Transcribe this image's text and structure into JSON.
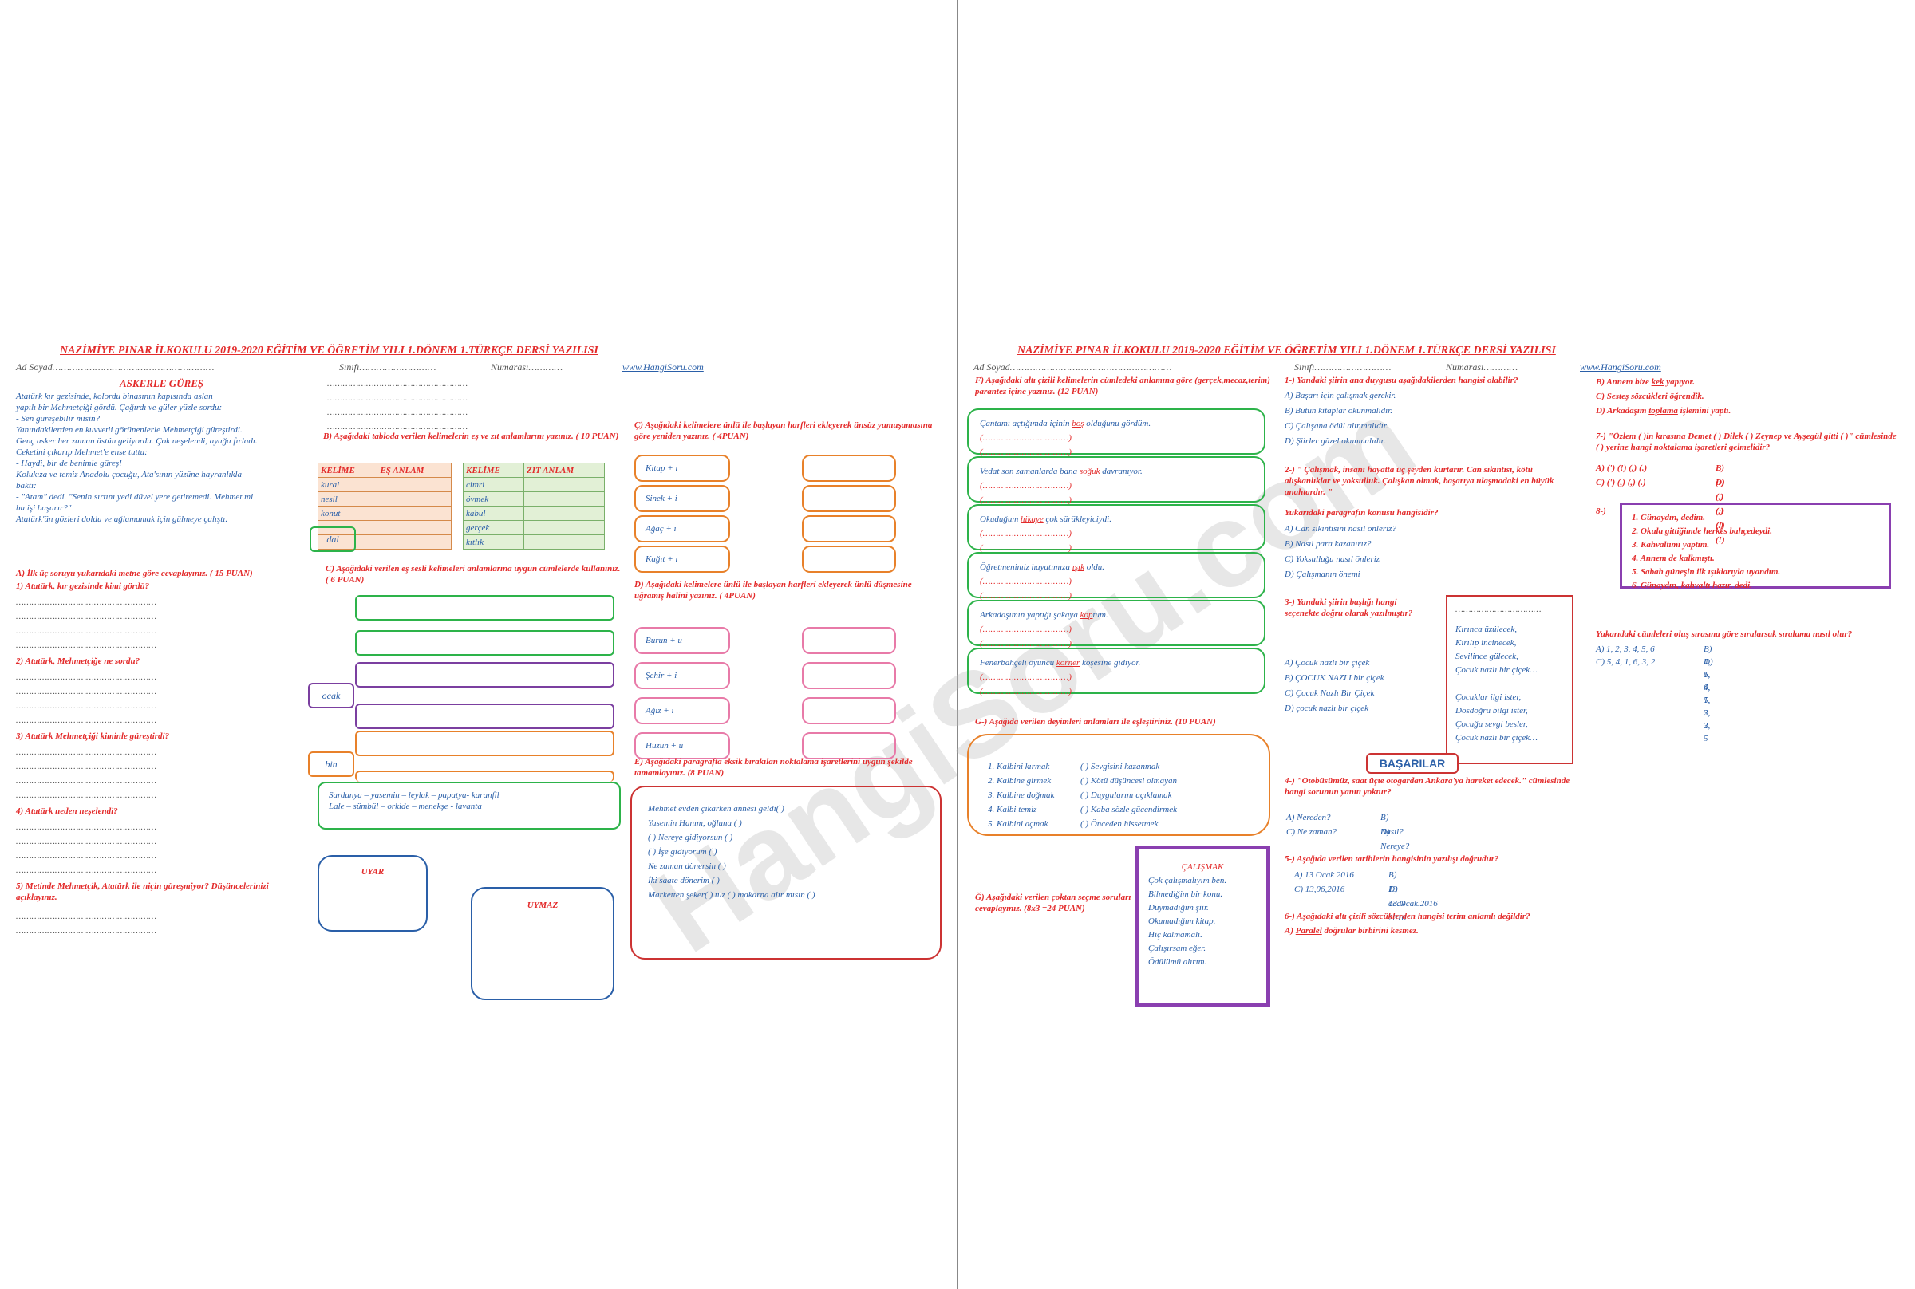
{
  "school_title": "NAZİMİYE PINAR İLKOKULU 2019-2020 EĞİTİM VE ÖĞRETİM YILI 1.DÖNEM 1.TÜRKÇE DERSİ YAZILISI",
  "student": {
    "name": "Ad Soyad…………………………………………………",
    "class": "Sınıfı………………………",
    "number": "Numarası…………",
    "site": "www.HangiSoru.com"
  },
  "watermark": "HangiSoru.com",
  "page1": {
    "story_title": "ASKERLE GÜREŞ",
    "story_lines": [
      "Atatürk kır gezisinde, kolordu binasının kapısında aslan",
      "yapılı bir Mehmetçiği gördü. Çağırdı ve güler yüzle sordu:",
      "- Sen güreşebilir misin?",
      "Yanındakilerden en kuvvetli görünenlerle Mehmetçiği güreştirdi.",
      "Genç asker her zaman üstün geliyordu. Çok neşelendi, ayağa fırladı.",
      "Ceketini çıkarıp Mehmet'e ense tuttu:",
      "- Haydi, bir de benimle güreş!",
      "Kolukıza ve temiz Anadolu çocuğu, Ata'sının yüzüne hayranlıkla",
      "baktı:",
      "- \"Atam\" dedi. \"Senin sırtını yedi düvel yere getiremedi. Mehmet mi",
      "bu işi başarır?\"",
      "Atatürk'ün gözleri doldu ve ağlamamak için gülmeye çalıştı."
    ],
    "qA": "A) İlk üç soruyu yukarıdaki metne göre cevaplayınız. ( 15 PUAN)",
    "questions": [
      "1) Atatürk, kır gezisinde kimi gördü?",
      "2) Atatürk, Mehmetçiğe ne sordu?",
      "3) Atatürk Mehmetçiği kiminle güreştirdi?",
      "4) Atatürk neden neşelendi?",
      "5) Metinde Mehmetçik, Atatürk ile niçin güreşmiyor? Düşüncelerinizi açıklayınız."
    ],
    "answer_line": "………………………………………………",
    "qB": "B) Aşağıdaki tabloda verilen kelimelerin eş ve zıt anlamlarını yazınız. ( 10 PUAN)",
    "table_es": {
      "h1": "KELİME",
      "h2": "EŞ ANLAM",
      "rows": [
        "kural",
        "nesil",
        "konut",
        "",
        ""
      ]
    },
    "table_zit": {
      "h1": "KELİME",
      "h2": "ZIT ANLAM",
      "rows": [
        "cimri",
        "övmek",
        "kabul",
        "gerçek",
        "kıtlık"
      ]
    },
    "qC": "C) Aşağıdaki verilen eş sesli kelimeleri anlamlarına uygun cümlelerde kullanınız. ( 6 PUAN)",
    "homonyms": [
      "dal",
      "ocak",
      "bin"
    ],
    "flowers_lines": [
      "Sardunya – yasemin – leylak – papatya- karanfil",
      "Lale – sümbül – orkide – menekşe - lavanta"
    ],
    "uyar": "UYAR",
    "uymaz": "UYMAZ",
    "qC2": "Ç) Aşağıdaki kelimelere ünlü ile başlayan harfleri ekleyerek ünsüz yumuşamasına göre yeniden yazınız. ( 4PUAN)",
    "soft_words": [
      "Kitap + ı",
      "Sinek + i",
      "Ağaç + ı",
      "Kağıt + ı"
    ],
    "qD": "D) Aşağıdaki kelimelere ünlü ile başlayan harfleri ekleyerek ünlü düşmesine uğramış halini yazınız. ( 4PUAN)",
    "drop_words": [
      "Burun + u",
      "Şehir + i",
      "Ağız + ı",
      "Hüzün + ü"
    ],
    "qE": "E) Aşağıdaki paragrafta eksik bırakılan noktalama işaretlerini uygun şekilde tamamlayınız. (8 PUAN)",
    "punct_lines": [
      "Mehmet evden çıkarken annesi geldi( )",
      "Yasemin Hanım, oğluna ( )",
      "( ) Nereye gidiyorsun ( )",
      "( ) İşe gidiyorum ( )",
      "Ne zaman dönersin ( )",
      "İki saate dönerim ( )",
      "Marketten şeker( ) tuz ( ) makarna alır mısın ( )"
    ]
  },
  "page2": {
    "qF": "F) Aşağıdaki altı çizili kelimelerin cümledeki anlamına göre (gerçek,mecaz,terim) parantez içine yazınız. (12 PUAN)",
    "sentences": [
      {
        "pre": "Çantamı açtığımda içinin ",
        "word": "boş",
        "post": " olduğunu gördüm."
      },
      {
        "pre": "Vedat son zamanlarda bana ",
        "word": "soğuk",
        "post": " davranıyor."
      },
      {
        "pre": "Okuduğum ",
        "word": "hikaye",
        "post": " çok sürükleyiciydi."
      },
      {
        "pre": "Öğretmenimiz hayatımıza ",
        "word": "ışık",
        "post": " oldu."
      },
      {
        "pre": "Arkadaşımın yaptığı şakaya ",
        "word": "kop",
        "post": "tum."
      },
      {
        "pre": "Fenerbahçeli oyuncu ",
        "word": "korner",
        "post": " köşesine gidiyor."
      }
    ],
    "paren_dots": "(……………………………)",
    "qG": "G-) Aşağıda verilen deyimleri anlamları ile eşleştiriniz. (10 PUAN)",
    "idioms": [
      "1. Kalbini kırmak",
      "2. Kalbine girmek",
      "3. Kalbine doğmak",
      "4. Kalbi temiz",
      "5. Kalbini açmak"
    ],
    "meanings": [
      "( ) Sevgisini kazanmak",
      "( ) Kötü düşüncesi olmayan",
      "( ) Duygularını açıklamak",
      "( ) Kaba sözle gücendirmek",
      "( ) Önceden hissetmek"
    ],
    "qGg": "Ğ) Aşağıdaki verilen çoktan seçme soruları cevaplayınız. (8x3 =24 PUAN)",
    "poem_calisma_title": "ÇALIŞMAK",
    "poem_calisma": [
      "Çok çalışmalıyım ben.",
      "Bilmediğim bir konu.",
      "Duymadığım şiir.",
      "Okumadığım kitap.",
      "Hiç kalmamalı.",
      "Çalışırsam eğer.",
      "Ödülümü alırım."
    ],
    "q1": "1-) Yandaki şiirin ana duygusu aşağıdakilerden hangisi olabilir?",
    "q1_opts": [
      "A) Başarı için çalışmak gerekir.",
      "B) Bütün kitaplar okunmalıdır.",
      "C) Çalışana ödül alınmalıdır.",
      "D) Şiirler güzel okunmalıdır."
    ],
    "q2": "2-) \" Çalışmak, insanı hayatta üç şeyden kurtarır. Can sıkıntısı, kötü alışkanlıklar ve yoksulluk. Çalışkan olmak, başarıya ulaşmadaki en büyük anahtardır. \"",
    "q2b": "Yukarıdaki paragrafın konusu hangisidir?",
    "q2_opts": [
      "A) Can sıkıntısını nasıl önleriz?",
      "B) Nasıl para kazanırız?",
      "C) Yoksulluğu nasıl önleriz",
      "D) Çalışmanın önemi"
    ],
    "q3": "3-) Yandaki şiirin başlığı hangi seçenekte doğru olarak yazılmıştır?",
    "q3_opts": [
      "A) Çocuk nazlı bir çiçek",
      "B) ÇOCUK NAZLI bir çiçek",
      "C) Çocuk Nazlı Bir Çiçek",
      "D) çocuk nazlı bir çiçek"
    ],
    "poem2_dots": "……………………………",
    "poem2": [
      "Kırınca üzülecek,",
      "Kırılıp incinecek,",
      "Sevilince gülecek,",
      "Çocuk nazlı bir çiçek…",
      "",
      "Çocuklar ilgi ister,",
      "Dosdoğru bilgi ister,",
      "Çocuğu sevgi besler,",
      "Çocuk nazlı bir çiçek…"
    ],
    "badge": "BAŞARILAR",
    "q4": "4-) \"Otobüsümüz, saat üçte otogardan Ankara'ya hareket edecek.\" cümlesinde hangi sorunun yanıtı yoktur?",
    "q4_opts": [
      "A) Nereden?",
      "B) Nasıl?",
      "C) Ne zaman?",
      "D) Nereye?"
    ],
    "q5": "5-) Aşağıda verilen tarihlerin hangisinin yazılışı doğrudur?",
    "q5_opts": [
      "A) 13 Ocak 2016",
      "B) 13 ocak 2016",
      "C) 13,06,2016",
      "D) 13.Ocak.2016"
    ],
    "q6": "6-) Aşağıdaki altı çizili sözcüklerden hangisi terim anlamlı değildir?",
    "q6_a": {
      "pre": "A) ",
      "word": "Paralel",
      "post": " doğrular birbirini kesmez."
    },
    "col3_opts": [
      {
        "pre": "B) Annem bize ",
        "word": "kek",
        "post": " yapıyor."
      },
      {
        "pre": "C) ",
        "word": "Sesteş",
        "post": " sözcükleri öğrendik."
      },
      {
        "pre": "D) Arkadaşım ",
        "word": "toplama",
        "post": " işlemini yaptı."
      }
    ],
    "q7": "7-) \"Özlem ( )in kırasına Demet ( ) Dilek ( ) Zeynep ve Ayşegül gitti ( )\" cümlesinde ( ) yerine hangi noktalama işaretleri gelmelidir?",
    "q7_opts": [
      "A) (') (!) (,) (.)",
      "B) (:) (,) (,) (.)",
      "C) (') (,) (,) (.)",
      "D) (') (;) (!) (!)"
    ],
    "q8": "8-)",
    "q8_list": [
      "1. Günaydın, dedim.",
      "2. Okula gittiğimde herkes bahçedeydi.",
      "3. Kahvaltımı yaptım.",
      "4. Annem de kalkmıştı.",
      "5. Sabah güneşin ilk ışıklarıyla uyandım.",
      "6. Günaydın, kahvaltı hazır, dedi."
    ],
    "q8b": "Yukarıdaki cümleleri oluş sırasına göre sıralarsak sıralama nasıl olur?",
    "q8_opts": [
      "A) 1, 2, 3, 4, 5, 6",
      "B) 4, 1, 6, 5, 3, 2",
      "C) 5, 4, 1, 6, 3, 2",
      "D) 6, 4, 1, 2, 3, 5"
    ]
  }
}
